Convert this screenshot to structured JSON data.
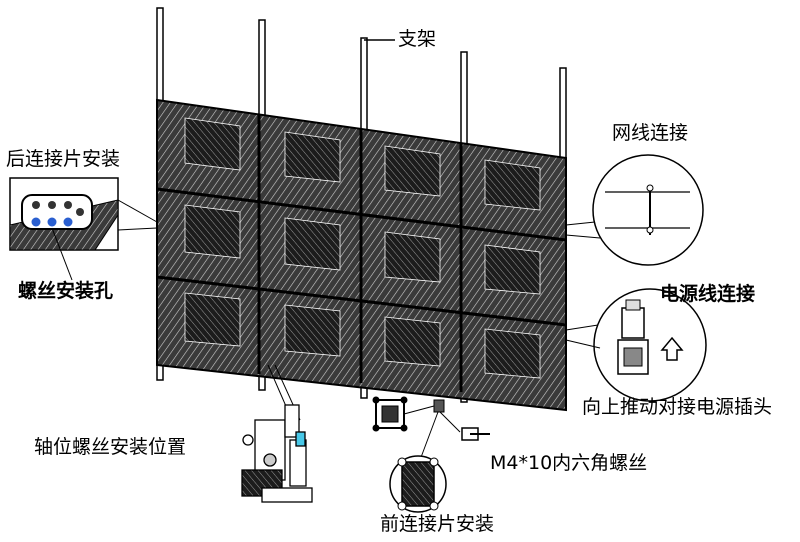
{
  "labels": {
    "bracket": "支架",
    "rear_plate": "后连接片安装",
    "screw_hole": "螺丝安装孔",
    "network": "网线连接",
    "power": "电源线连接",
    "push_up": "向上推动对接电源插头",
    "axis_screw": "轴位螺丝安装位置",
    "screw_spec": "M4*10内六角螺丝",
    "front_plate": "前连接片安装"
  },
  "colors": {
    "line": "#000000",
    "panel_fill": "#2a2a2a",
    "accent_blue": "#2a5fd0",
    "accent_cyan": "#48c8e8"
  },
  "icons": [
    "up-arrow-icon"
  ]
}
